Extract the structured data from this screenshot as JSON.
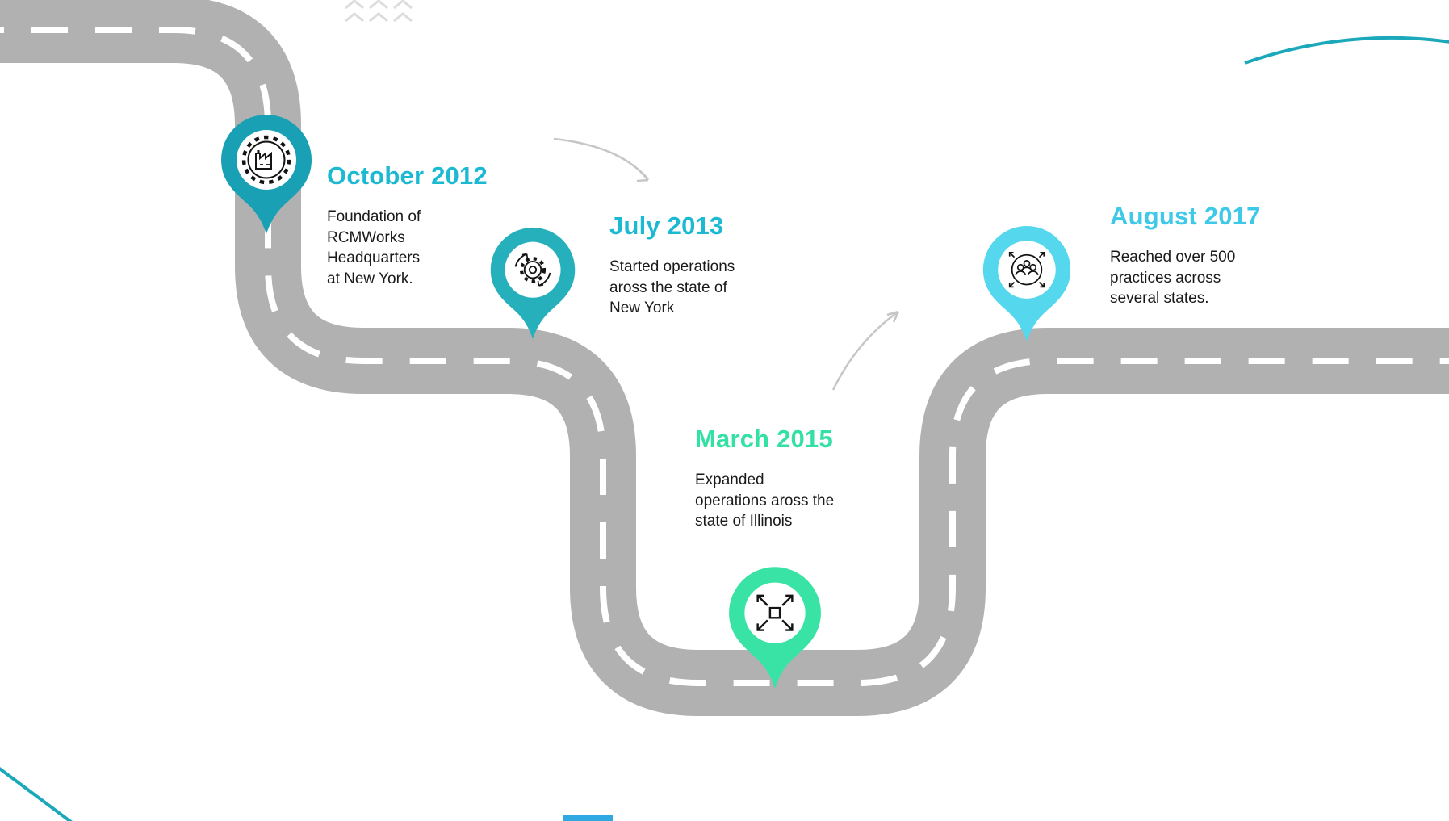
{
  "colors": {
    "road": "#b1b1b1",
    "road_dash": "#ffffff",
    "arrow": "#c6c6c6",
    "wave": "#dcdcdc",
    "corner_curve": "#1aa8ba",
    "corner_line": "#1aa8ba",
    "bottom_strip": "#30a9e2",
    "icon_line": "#141414",
    "text": "#1a1a1a"
  },
  "timeline": {
    "milestones": [
      {
        "date": "October 2012",
        "description": "Foundation of\nRCMWorks\nHeadquarters\nat New York.",
        "date_color": "#1cb9d3",
        "pin_color": "#1aa0b4",
        "icon": "factory-gear-icon"
      },
      {
        "date": "July 2013",
        "description": "Started operations\naross the state of\nNew York",
        "date_color": "#1cb9d3",
        "pin_color": "#25b0bc",
        "icon": "gear-sync-icon"
      },
      {
        "date": "March 2015",
        "description": "Expanded\noperations aross the\nstate of Illinois",
        "date_color": "#35e0a4",
        "pin_color": "#39e3a6",
        "icon": "expand-arrows-icon"
      },
      {
        "date": "August 2017",
        "description": "Reached over 500\npractices across\nseveral states.",
        "date_color": "#3ec9e8",
        "pin_color": "#55d8ee",
        "icon": "team-network-icon"
      }
    ]
  }
}
